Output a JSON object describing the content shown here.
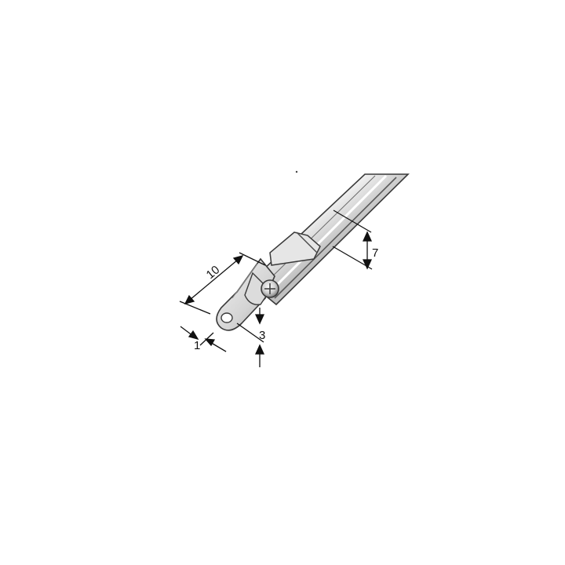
{
  "diagram": {
    "colors": {
      "background": "#ffffff",
      "metal_light": "#f4f4f4",
      "metal_mid": "#c9c9c9",
      "metal_dark": "#6e6e6e",
      "outline": "#3a3a3a",
      "dimension": "#111111"
    },
    "dimensions": {
      "tongue_length": "10",
      "rod_diameter": "7",
      "tongue_width": "3",
      "tongue_thickness": "1"
    }
  }
}
